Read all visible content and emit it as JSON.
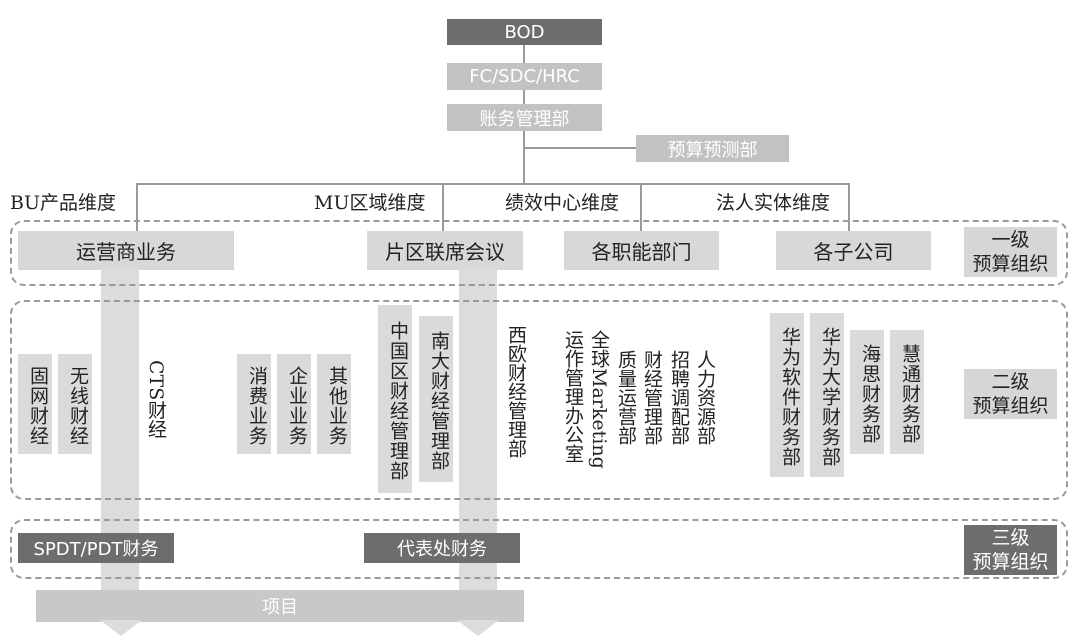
{
  "top": {
    "bod": "BOD",
    "fc": "FC/SDC/HRC",
    "accounting": "账务管理部",
    "budget": "预算预测部"
  },
  "dimensions": [
    "BU产品维度",
    "MU区域维度",
    "绩效中心维度",
    "法人实体维度"
  ],
  "level1": {
    "boxes": [
      "运营商业务",
      "片区联席会议",
      "各职能部门",
      "各子公司"
    ],
    "label": [
      "一级",
      "预算组织"
    ]
  },
  "level2": {
    "bu_boxes": [
      "固网财经",
      "无线财经"
    ],
    "cts": "CTS财经",
    "biz_boxes": [
      "消费业务",
      "企业业务",
      "其他业务"
    ],
    "region_boxes": [
      "中国区财经管理部",
      "南大财经管理部"
    ],
    "west_europe": "西欧财经管理部",
    "functions": [
      "运作管理办公室",
      "全球Marketing",
      "质量运营部",
      "财经管理部",
      "招聘调配部",
      "人力资源部"
    ],
    "sub_boxes": [
      "华为软件财务部",
      "华为大学财务部",
      "海思财务部",
      "慧通财务部"
    ],
    "label": [
      "二级",
      "预算组织"
    ]
  },
  "level3": {
    "spdt": "SPDT/PDT财务",
    "rep": "代表处财务",
    "label": [
      "三级",
      "预算组织"
    ]
  },
  "project": "项目"
}
